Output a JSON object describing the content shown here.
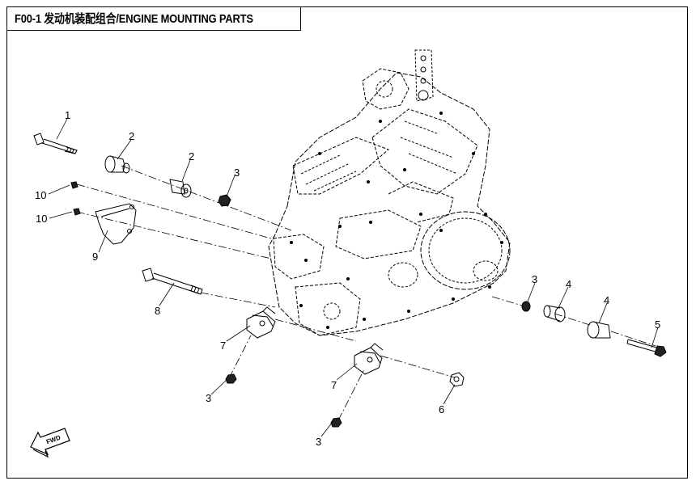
{
  "title": "F00-1 发动机装配组合/ENGINE MOUNTING PARTS",
  "fwd_label": "FWD",
  "callouts": [
    "1",
    "2",
    "2",
    "3",
    "10",
    "10",
    "9",
    "8",
    "7",
    "3",
    "7",
    "3",
    "6",
    "3",
    "4",
    "4",
    "5"
  ]
}
